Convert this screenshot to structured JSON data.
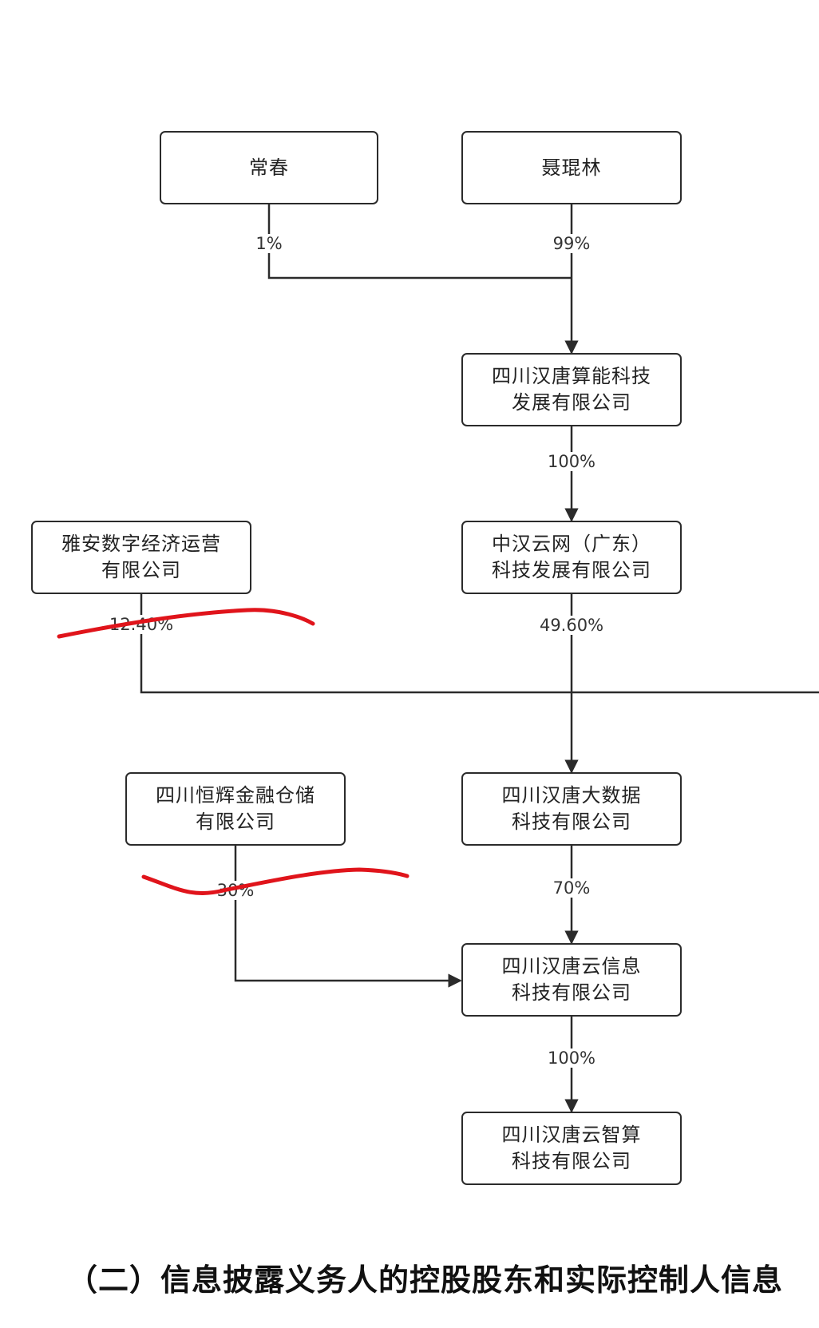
{
  "nodes": {
    "changchun": "常春",
    "niekunlin": "聂琨林",
    "suanneng": [
      "四川汉唐算能科技",
      "发展有限公司"
    ],
    "zhonghan": [
      "中汉云网（广东）",
      "科技发展有限公司"
    ],
    "yaan": [
      "雅安数字经济运营",
      "有限公司"
    ],
    "dashuju": [
      "四川汉唐大数据",
      "科技有限公司"
    ],
    "henghui": [
      "四川恒辉金融仓储",
      "有限公司"
    ],
    "yunxinxi": [
      "四川汉唐云信息",
      "科技有限公司"
    ],
    "yunzhisuan": [
      "四川汉唐云智算",
      "科技有限公司"
    ]
  },
  "edges": {
    "changchun_to_suanneng": "1%",
    "niekunlin_to_suanneng": "99%",
    "suanneng_to_zhonghan": "100%",
    "yaan_to_dashuju": "12.40%",
    "zhonghan_to_dashuju": "49.60%",
    "dashuju_to_yunxinxi": "70%",
    "henghui_to_yunxinxi": "30%",
    "yunxinxi_to_yunzhisuan": "100%"
  },
  "section_heading": "（二）信息披露义务人的控股股东和实际控制人信息",
  "colors": {
    "line": "#2b2b2b",
    "scribble": "#e0141b"
  }
}
